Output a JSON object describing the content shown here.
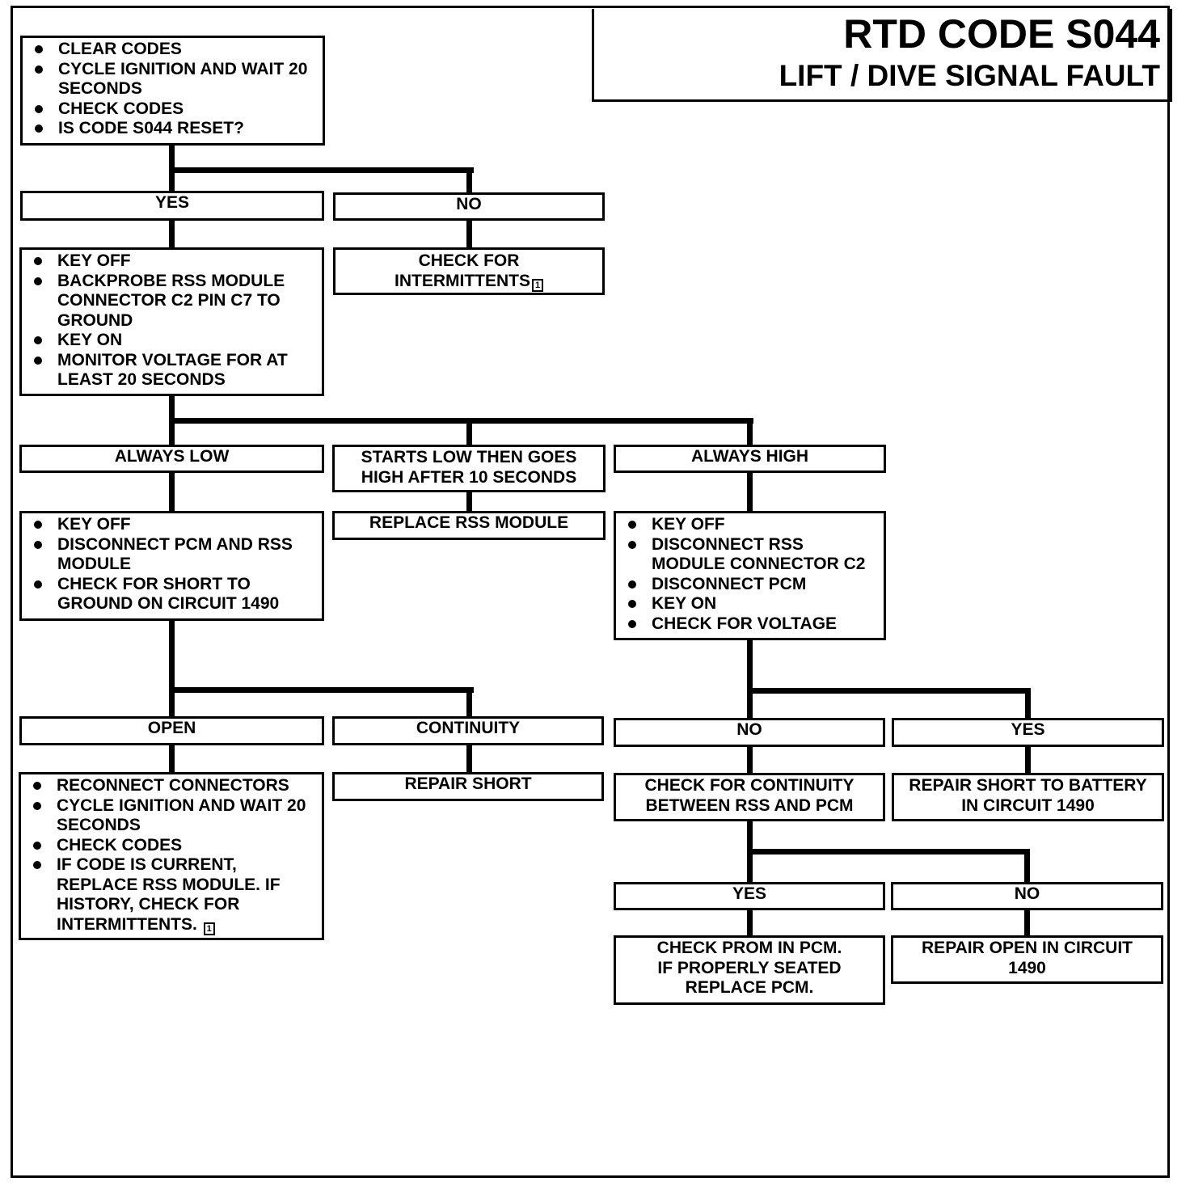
{
  "title": {
    "main": "RTD CODE S044",
    "sub": "LIFT / DIVE SIGNAL FAULT"
  },
  "step1": [
    "CLEAR CODES",
    "CYCLE IGNITION AND WAIT 20 SECONDS",
    "CHECK CODES",
    "IS CODE S044 RESET?"
  ],
  "step1_yes": "YES",
  "step1_no": "NO",
  "step1_no_action": "CHECK FOR INTERMITTENTS",
  "step2": [
    "KEY OFF",
    "BACKPROBE RSS MODULE CONNECTOR C2 PIN C7 TO GROUND",
    "KEY ON",
    "MONITOR VOLTAGE FOR AT LEAST 20 SECONDS"
  ],
  "branch_always_low": "ALWAYS LOW",
  "branch_starts_low": "STARTS LOW THEN GOES HIGH AFTER 10 SECONDS",
  "branch_always_high": "ALWAYS HIGH",
  "replace_rss": "REPLACE RSS MODULE",
  "low_steps": [
    "KEY OFF",
    "DISCONNECT PCM AND RSS MODULE",
    "CHECK FOR SHORT TO GROUND ON CIRCUIT 1490"
  ],
  "high_steps": [
    "KEY OFF",
    "DISCONNECT RSS MODULE CONNECTOR C2",
    "DISCONNECT PCM",
    "KEY ON",
    "CHECK FOR VOLTAGE"
  ],
  "open_label": "OPEN",
  "continuity_label": "CONTINUITY",
  "repair_short": "REPAIR SHORT",
  "open_steps_1": "RECONNECT CONNECTORS",
  "open_steps_2": "CYCLE IGNITION AND WAIT 20 SECONDS",
  "open_steps_3": "CHECK CODES",
  "open_steps_4": "IF CODE IS CURRENT, REPLACE RSS MODULE.  IF HISTORY, CHECK FOR INTERMITTENTS.",
  "high_no": "NO",
  "high_yes": "YES",
  "check_continuity": "CHECK FOR CONTINUITY BETWEEN RSS AND PCM",
  "repair_short_battery": "REPAIR SHORT TO BATTERY IN CIRCUIT 1490",
  "cont_yes": "YES",
  "cont_no": "NO",
  "check_prom": "CHECK PROM IN PCM. IF PROPERLY SEATED REPLACE PCM.",
  "repair_open": "REPAIR OPEN IN CIRCUIT 1490",
  "ref_icon": "1"
}
